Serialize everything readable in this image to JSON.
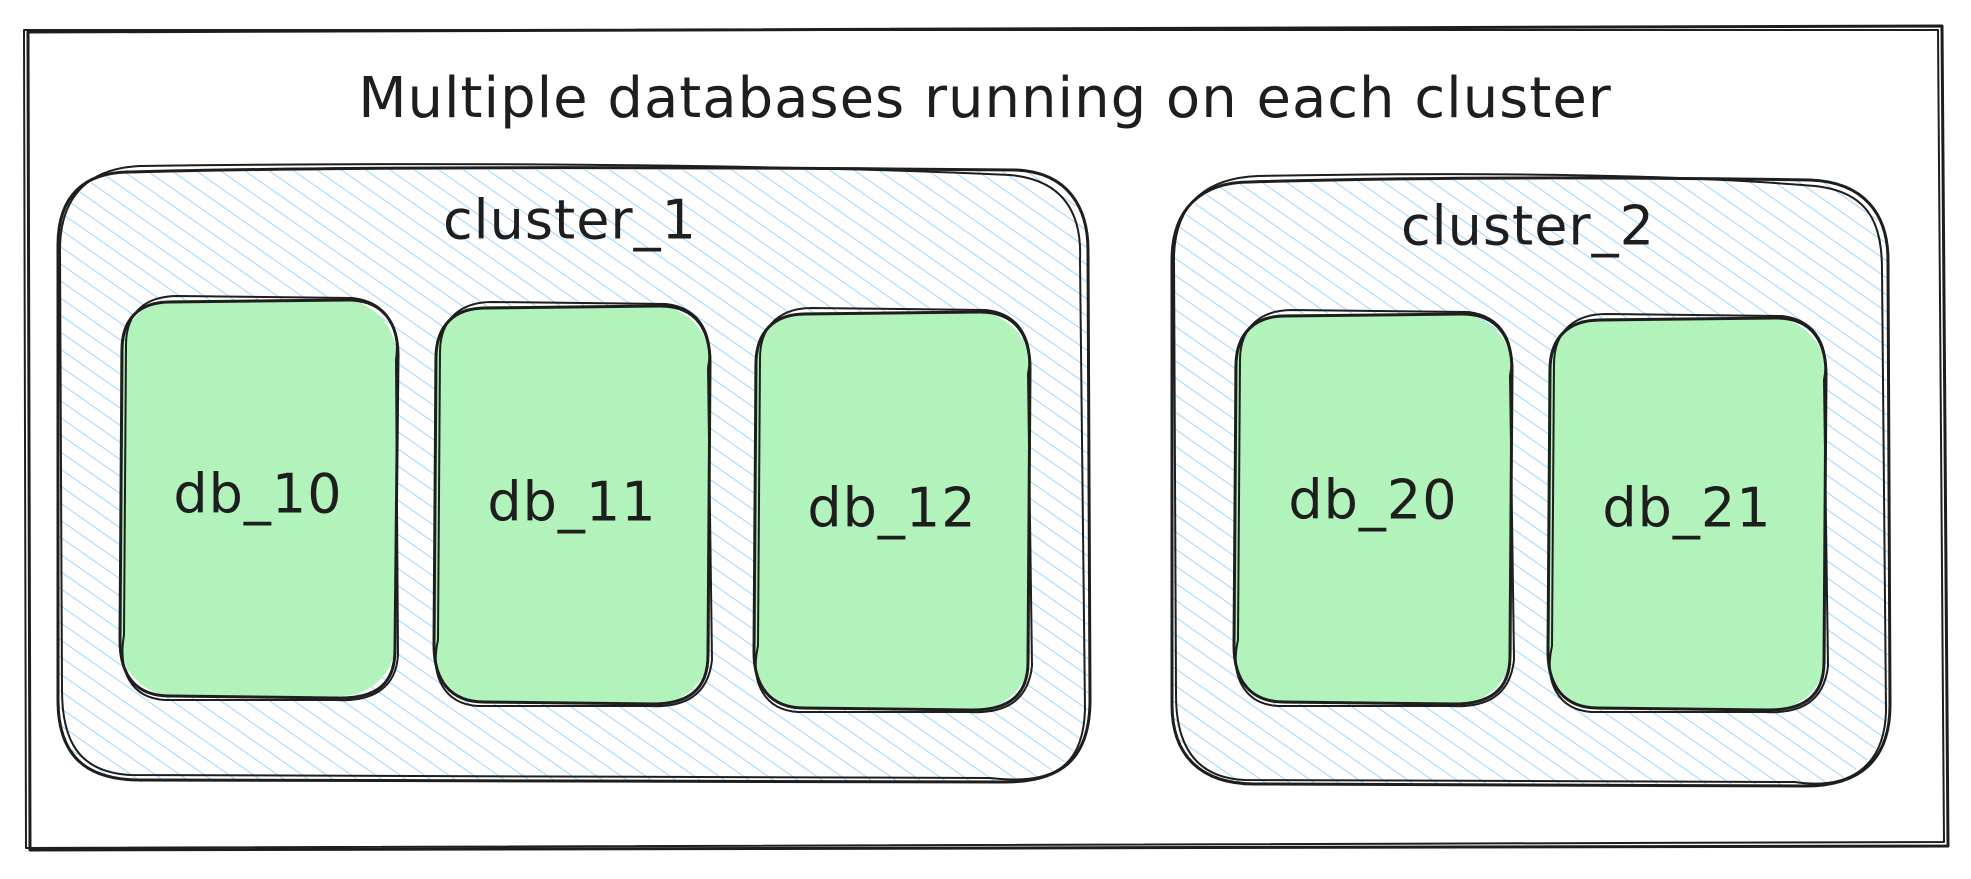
{
  "title": "Multiple databases running on each cluster",
  "colors": {
    "outline": "#1e1e1e",
    "cluster_hatch": "#a5d8ff",
    "db_fill": "#b2f2bb",
    "background": "#ffffff"
  },
  "clusters": [
    {
      "label": "cluster_1",
      "databases": [
        {
          "label": "db_10"
        },
        {
          "label": "db_11"
        },
        {
          "label": "db_12"
        }
      ]
    },
    {
      "label": "cluster_2",
      "databases": [
        {
          "label": "db_20"
        },
        {
          "label": "db_21"
        }
      ]
    }
  ]
}
